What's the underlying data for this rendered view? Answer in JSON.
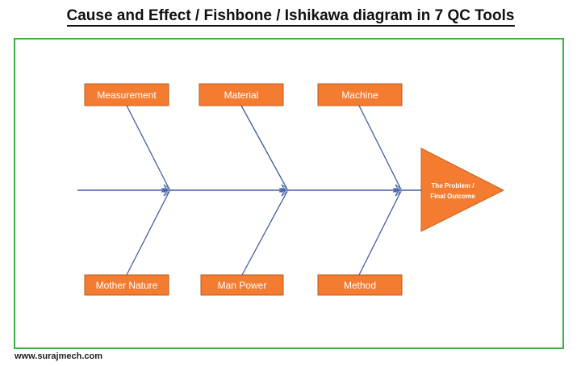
{
  "title": "Cause and Effect / Fishbone / Ishikawa diagram in 7 QC Tools",
  "footer": "www.surajmech.com",
  "colors": {
    "frame": "#3cb043",
    "box_fill": "#f47c30",
    "box_stroke": "#b85a1e",
    "bone": "#3f5f9e",
    "head_fill": "#f47c30",
    "label_text": "#ffffff"
  },
  "diagram": {
    "head": {
      "line1": "The Problem /",
      "line2": "Final Outcome"
    },
    "causes_top": [
      {
        "label": "Measurement"
      },
      {
        "label": "Material"
      },
      {
        "label": "Machine"
      }
    ],
    "causes_bottom": [
      {
        "label": "Mother Nature"
      },
      {
        "label": "Man Power"
      },
      {
        "label": "Method"
      }
    ]
  }
}
